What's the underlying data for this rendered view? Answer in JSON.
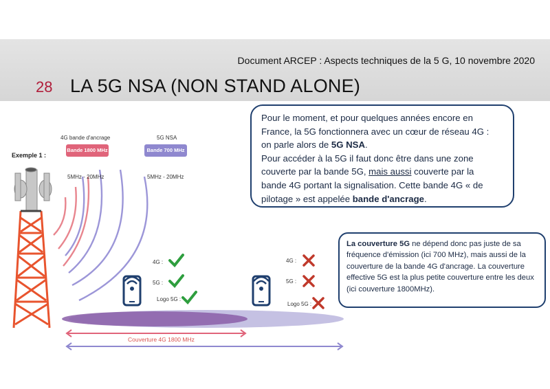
{
  "header": {
    "doc_reference": "Document ARCEP : Aspects techniques de la 5 G, 10 novembre 2020",
    "slide_number": "28",
    "title": "LA 5G NSA (NON STAND ALONE)"
  },
  "example_label": "Exemple 1 :",
  "bands": {
    "anchor": {
      "caption": "4G bande d'ancrage",
      "name": "Bande 1800 MHz",
      "width_label": "5MHz - 20MHz",
      "color": "#e0647a"
    },
    "nsa": {
      "caption": "5G NSA",
      "name": "Bande 700 MHz",
      "width_label": "5MHz - 20MHz",
      "color": "#8f88cf"
    }
  },
  "phone_a": {
    "labels": [
      "4G :",
      "5G :",
      "Logo 5G :"
    ],
    "status": [
      "check",
      "check",
      "check"
    ]
  },
  "phone_b": {
    "labels": [
      "4G :",
      "5G :",
      "Logo 5G :"
    ],
    "status": [
      "cross",
      "cross",
      "cross"
    ]
  },
  "coverage_label": "Couverture 4G 1800 MHz",
  "info_box_1": {
    "line1": "Pour le moment, et pour quelques années encore en",
    "line2": "France, la 5G fonctionnera avec un cœur de réseau 4G :",
    "line3_pre": "on parle alors de ",
    "line3_bold": "5G NSA",
    "line3_post": ".",
    "line4": "Pour accéder à la 5G il faut donc être dans une zone",
    "line5_pre": "couverte par la bande 5G, ",
    "line5_underline": "mais aussi",
    "line5_post": " couverte par la",
    "line6": "bande 4G portant la signalisation. Cette bande 4G « de",
    "line7_pre": "pilotage » est appelée ",
    "line7_bold": "bande d'ancrage",
    "line7_post": "."
  },
  "info_box_2": {
    "bold": "La couverture 5G",
    "rest": " ne dépend donc pas juste de sa fréquence d'émission (ici 700 MHz), mais aussi de la couverture de la bande 4G d'ancrage. La couverture effective 5G est la plus petite couverture entre les deux (ici couverture 1800MHz)."
  },
  "colors": {
    "accent_red": "#b01d3a",
    "check_green": "#2e9e3e",
    "cross_red": "#c0392b",
    "tower_orange": "#e8542e",
    "box_border": "#1f3f6e",
    "phone_blue": "#1f3f6e"
  }
}
